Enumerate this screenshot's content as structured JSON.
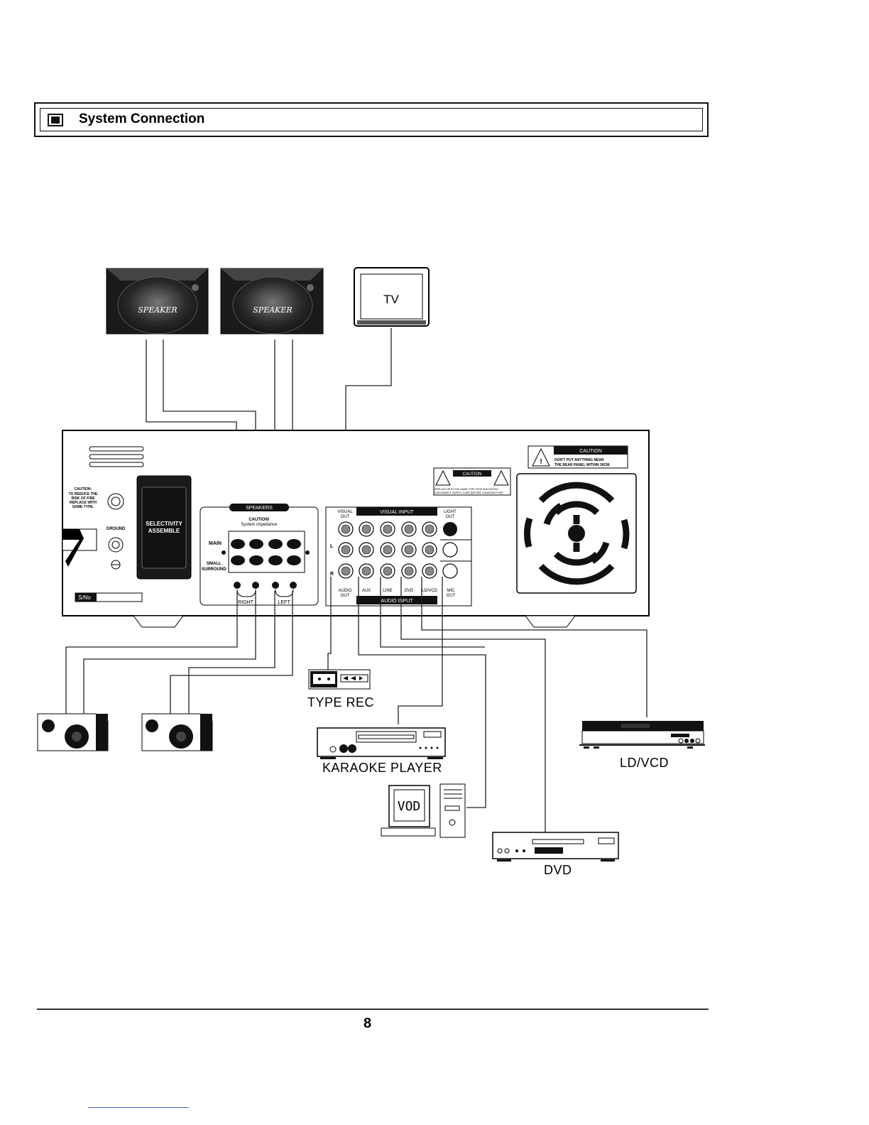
{
  "section": {
    "title": "System Connection"
  },
  "devices": {
    "speaker_front_left": "SPEAKER",
    "speaker_front_right": "SPEAKER",
    "tv": "TV",
    "tape": "TYPE REC",
    "karaoke": "KARAOKE PLAYER",
    "vod": "VOD",
    "dvd": "DVD",
    "ldvcd": "LD/VCD"
  },
  "amplifier": {
    "caution_left": [
      "CAUTION:",
      "TO REDUCE THE",
      "RISK OF FIRE",
      "REPLACE WITH",
      "SAME TYPE."
    ],
    "ground": "GROUND",
    "selectivity": [
      "SELECTIVITY",
      "ASSEMBLE"
    ],
    "serial": "S/No",
    "speakers_title": "SPEAKERS",
    "speakers_caution": [
      "CAUTION!",
      "System impedance"
    ],
    "main": "MAIN",
    "small_surround": [
      "SMALL",
      "SURROUND"
    ],
    "right": "RIGHT",
    "left": "LEFT",
    "visual_out": [
      "VISUAL",
      "OUT"
    ],
    "visual_input": "VISUAL INPUT",
    "light_out": [
      "LIGHT",
      "OUT"
    ],
    "audio_out": [
      "AUDIO",
      "OUT"
    ],
    "aux": "AUX",
    "line": "LINE",
    "dvd": "DVD",
    "ldvcd": "LD/VCD",
    "mic_out": [
      "MIC",
      "OUT"
    ],
    "audio_input": "AUDIO INPUT",
    "l": "L",
    "r": "R",
    "caution_top": "CAUTION",
    "caution_top_text": [
      "DON'T PUT ANYTHING NEAR",
      "THE REAR PANEL WITHIN 30CM."
    ],
    "caution_mid": "CAUTION",
    "caution_mid_text": [
      "REPLACE WITH THE SAME TYPE FUSE AND RATING",
      "DISCONNECT SUPPLY CORD BEFORE CHANGING FUSE"
    ]
  },
  "page": {
    "number": "8"
  }
}
